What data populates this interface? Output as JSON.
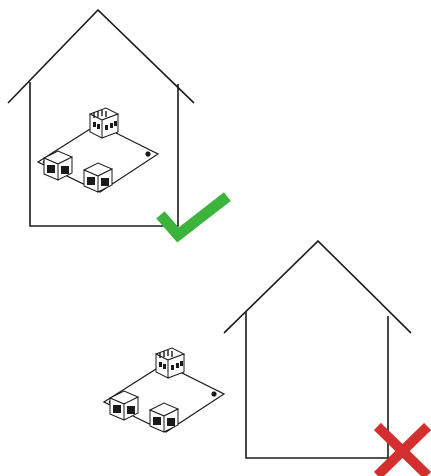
{
  "diagram": {
    "panels": [
      {
        "house": "house-outline",
        "board_location": "inside",
        "mark": "check-icon",
        "mark_color": "#3cb43c"
      },
      {
        "house": "house-outline",
        "board_location": "outside",
        "mark": "cross-icon",
        "mark_color": "#d32f2f"
      }
    ],
    "board": {
      "components": [
        "terminal-block",
        "rj45-jack",
        "rj45-jack",
        "mounting-hole"
      ]
    },
    "colors": {
      "outline": "#1a1a1a",
      "check": "#3cb43c",
      "cross": "#d32f2f"
    }
  }
}
